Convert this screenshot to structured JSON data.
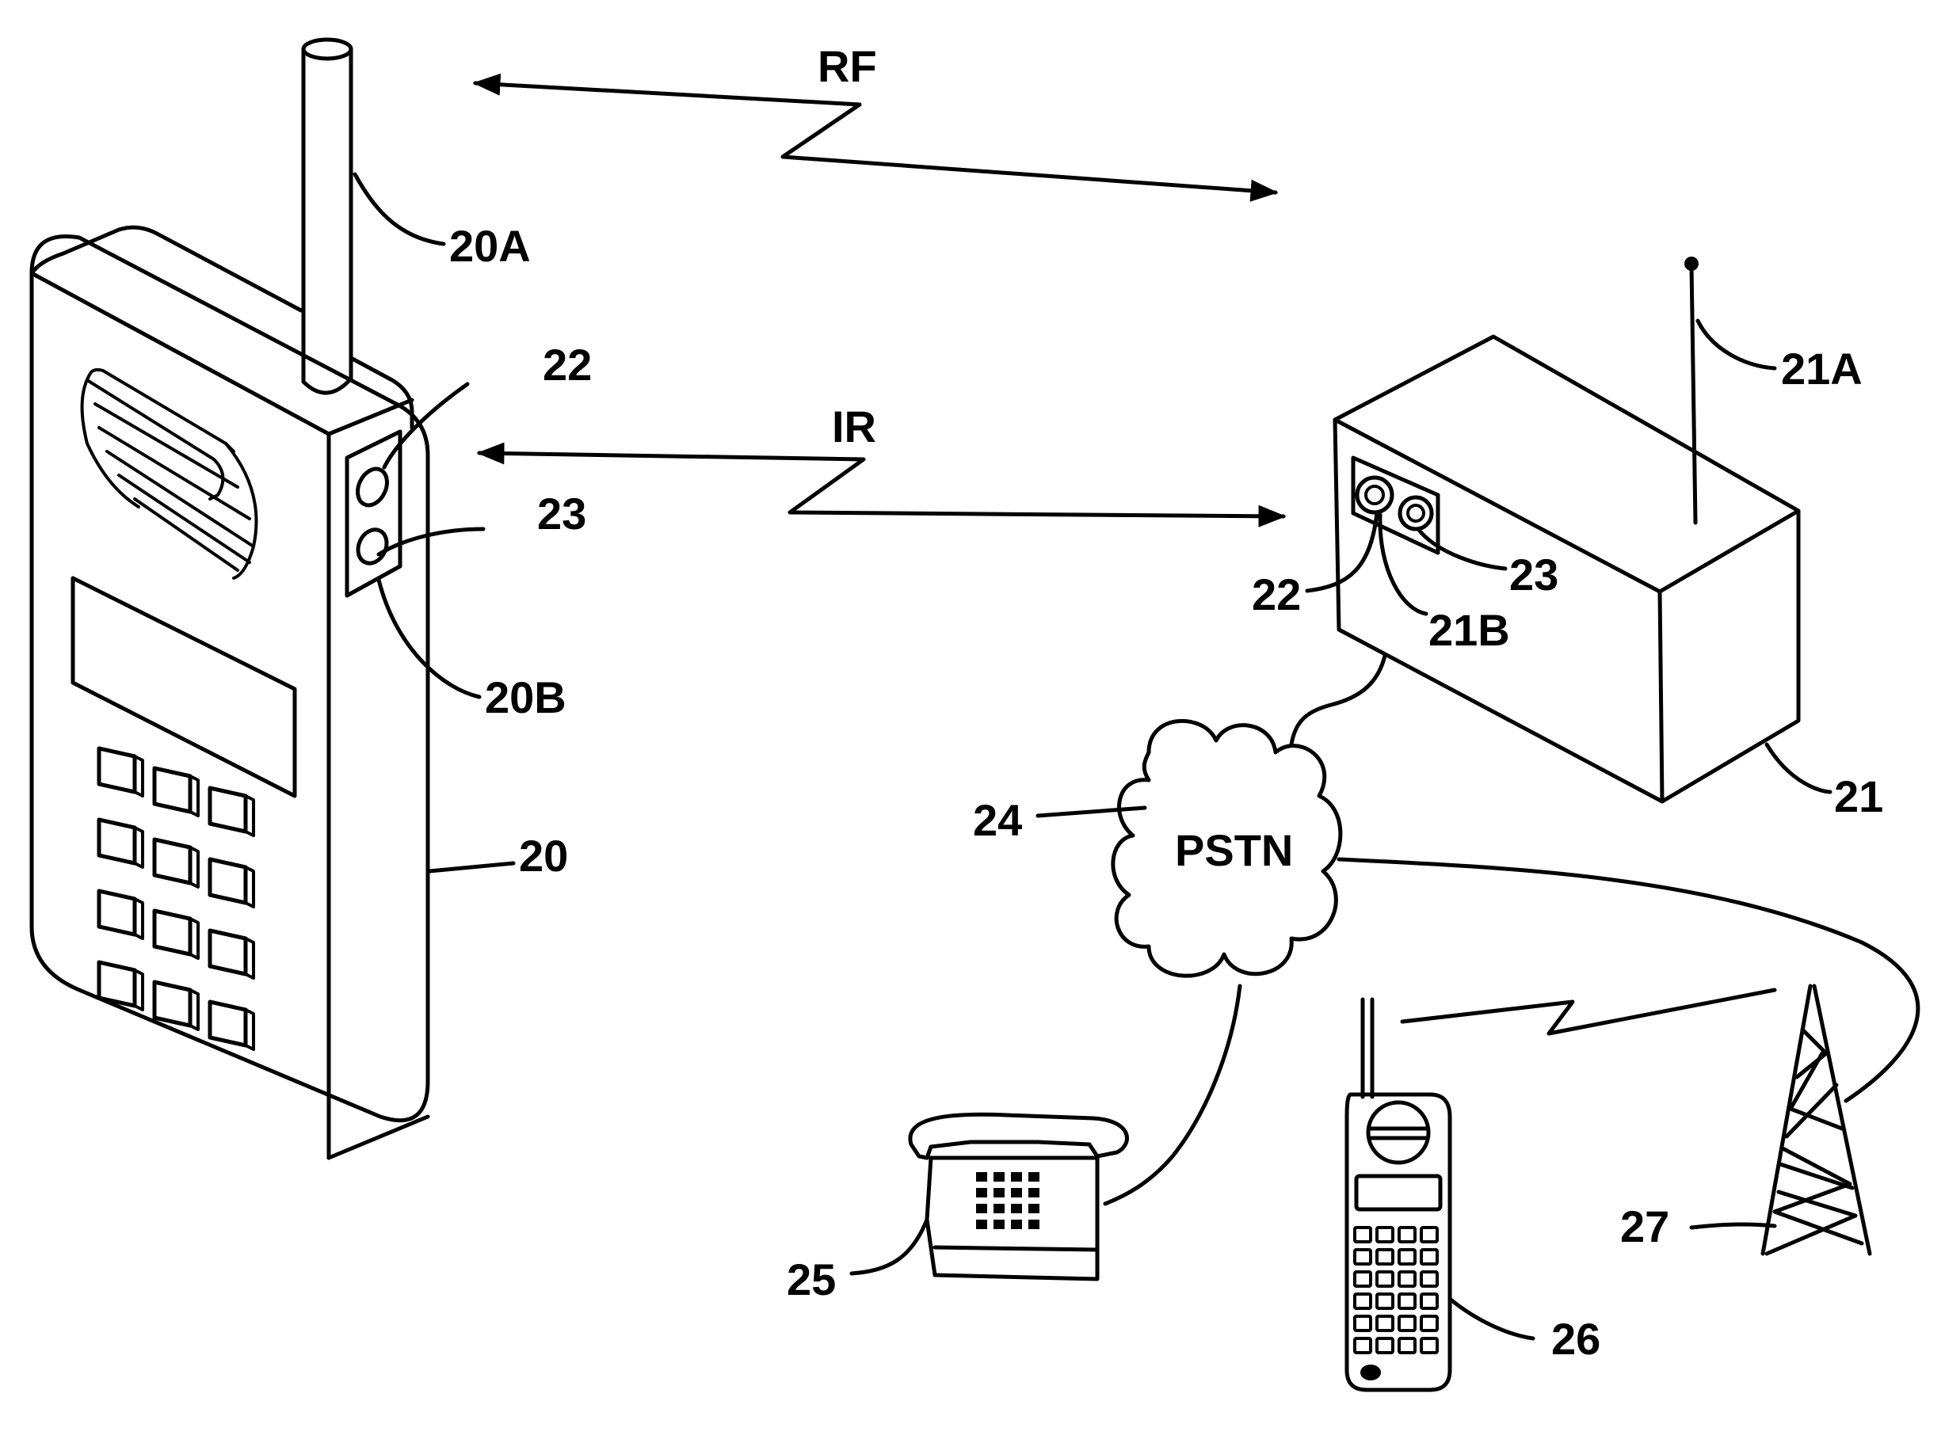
{
  "links": {
    "rf": "RF",
    "ir": "IR",
    "network": "PSTN"
  },
  "refs": {
    "handset": "20",
    "handset_antenna": "20A",
    "handset_window": "20B",
    "base": "21",
    "base_antenna": "21A",
    "base_window": "21B",
    "ir_transmitter_handset": "22",
    "ir_receiver_handset": "23",
    "ir_transmitter_base": "22",
    "ir_receiver_base": "23",
    "pstn": "24",
    "desk_phone": "25",
    "cell_phone": "26",
    "cell_tower": "27"
  }
}
